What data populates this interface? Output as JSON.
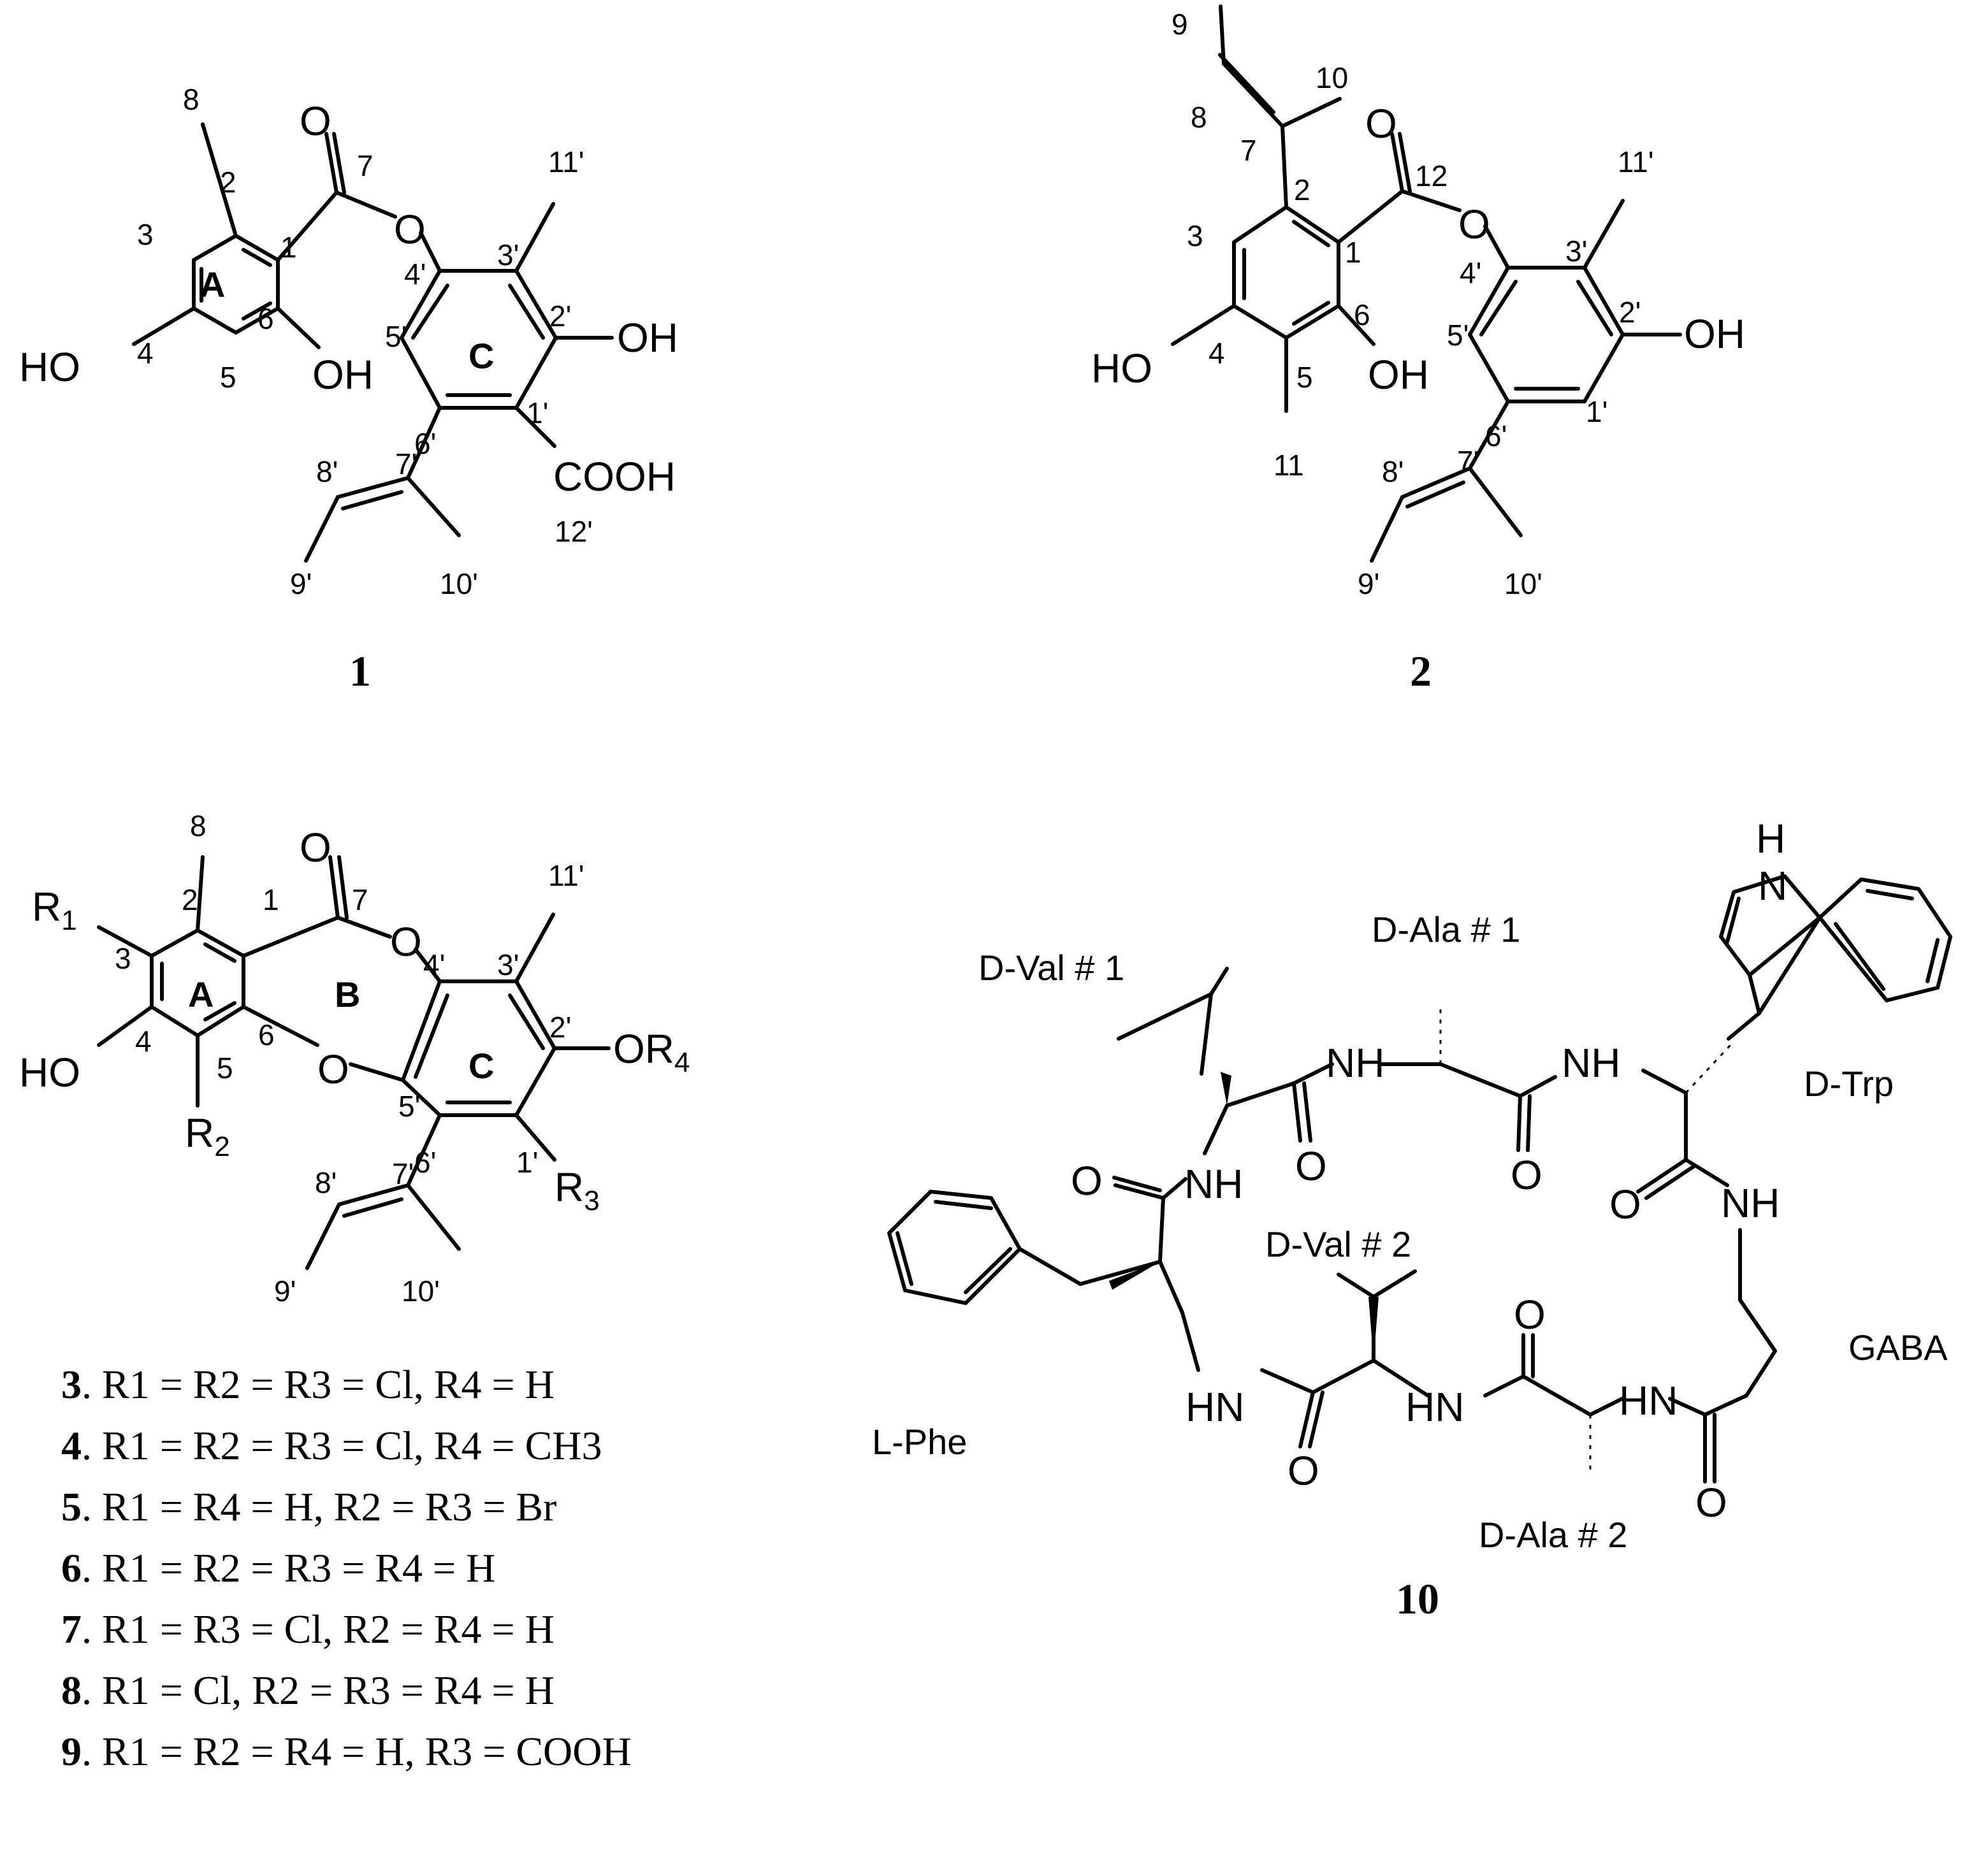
{
  "compounds": {
    "c1": {
      "id": "1",
      "ring_labels": [
        "A",
        "C"
      ],
      "groups": {
        "carbonyl_o": "O",
        "ester_o": "O",
        "oh_4": "HO",
        "oh_6": "OH",
        "oh_2p": "OH",
        "cooh": "COOH"
      },
      "numbers": [
        "8",
        "7",
        "2",
        "3",
        "1",
        "6",
        "4",
        "5",
        "11'",
        "3'",
        "4'",
        "2'",
        "5'",
        "1'",
        "6'",
        "7'",
        "8'",
        "9'",
        "10'",
        "12'"
      ]
    },
    "c2": {
      "id": "2",
      "groups": {
        "carbonyl_o": "O",
        "ester_o": "O",
        "oh_4": "HO",
        "oh_6": "OH",
        "oh_2p": "OH"
      },
      "numbers": [
        "9",
        "10",
        "8",
        "7",
        "12",
        "2",
        "3",
        "1",
        "6",
        "4",
        "5",
        "11",
        "11'",
        "3'",
        "4'",
        "2'",
        "5'",
        "1'",
        "6'",
        "7'",
        "8'",
        "9'",
        "10'"
      ]
    },
    "c3": {
      "ring_labels": [
        "A",
        "B",
        "C"
      ],
      "groups": {
        "r1": "R",
        "r1_sub": "1",
        "r2": "R",
        "r2_sub": "2",
        "r3": "R",
        "r3_sub": "3",
        "or4": "OR",
        "or4_sub": "4",
        "oh_4": "HO",
        "carbonyl_o": "O",
        "ester_o": "O",
        "ether_o": "O"
      },
      "numbers": [
        "8",
        "7",
        "2",
        "1",
        "3",
        "6",
        "4",
        "5",
        "11'",
        "4'",
        "3'",
        "2'",
        "5'",
        "6'",
        "1'",
        "7'",
        "8'",
        "9'",
        "10'"
      ]
    },
    "c10": {
      "id": "10",
      "residues": [
        "D-Val # 1",
        "D-Ala # 1",
        "D-Trp",
        "L-Phe",
        "D-Val # 2",
        "D-Ala # 2",
        "GABA"
      ],
      "atoms": [
        "NH",
        "NH",
        "NH",
        "HN",
        "HN",
        "HN",
        "NH",
        "H",
        "N",
        "O",
        "O",
        "O",
        "O",
        "O",
        "O",
        "O"
      ]
    }
  },
  "legend": [
    {
      "id": "3",
      "text": ". R1 = R2 = R3 = Cl, R4 = H"
    },
    {
      "id": "4",
      "text": ". R1 = R2 = R3 = Cl, R4 = CH3"
    },
    {
      "id": "5",
      "text": ". R1 = R4 = H, R2 = R3 = Br"
    },
    {
      "id": "6",
      "text": ". R1 = R2 = R3 = R4 = H"
    },
    {
      "id": "7",
      "text": ". R1 = R3 = Cl, R2 = R4 = H"
    },
    {
      "id": "8",
      "text": ". R1 = Cl, R2 = R3 = R4 = H"
    },
    {
      "id": "9",
      "text": ". R1 = R2 = R4 = H, R3 = COOH"
    }
  ]
}
